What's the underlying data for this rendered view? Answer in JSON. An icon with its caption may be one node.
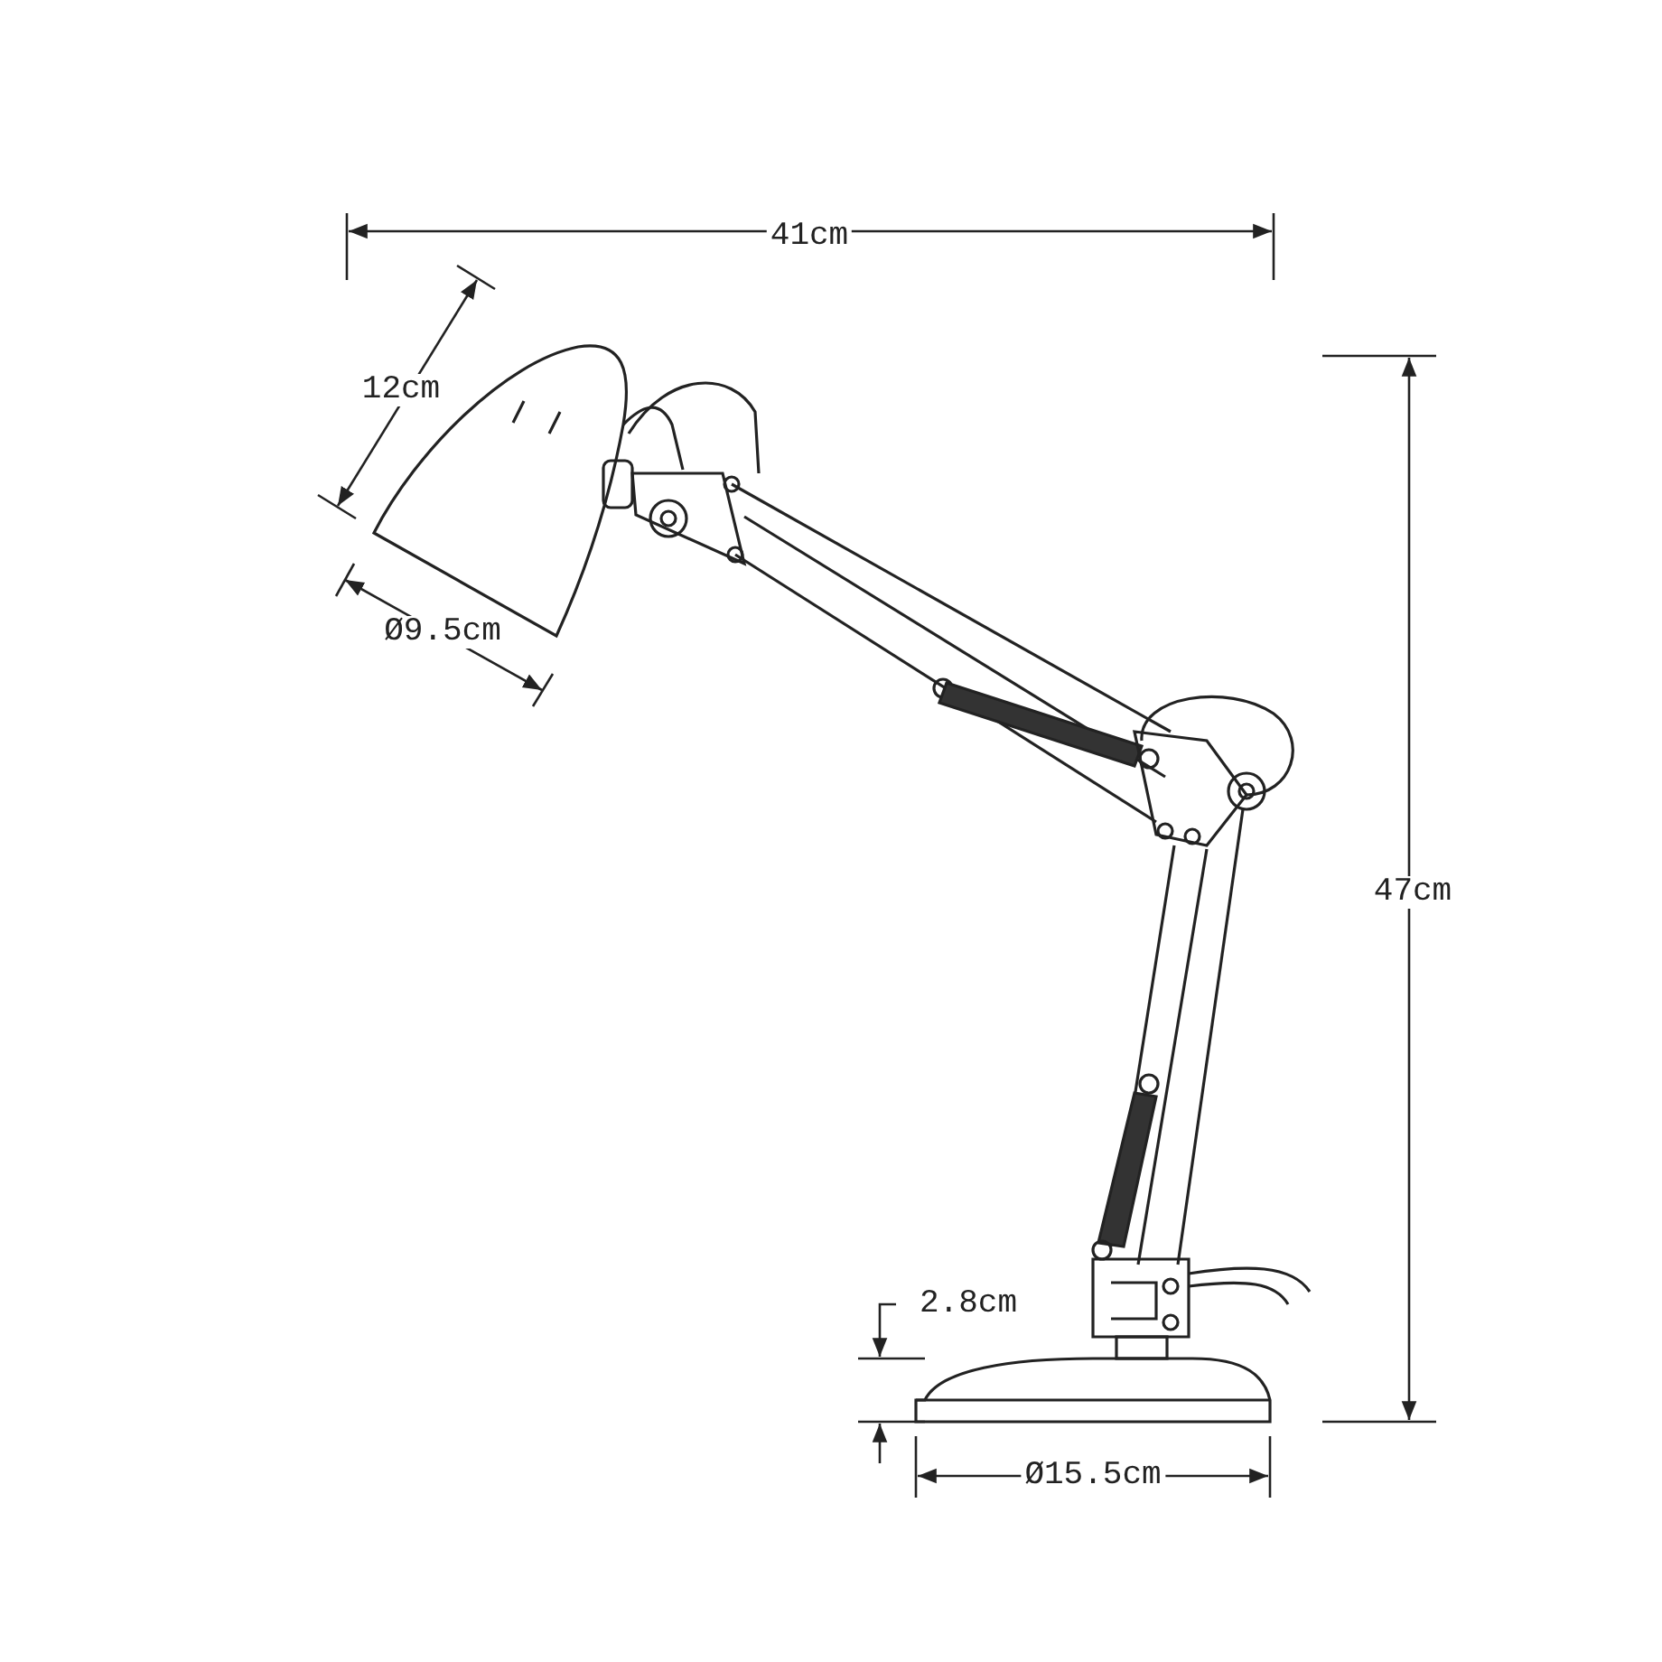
{
  "diagram": {
    "labels": [
      "41cm",
      "12cm",
      "Ø9.5cm",
      "47cm",
      "2.8cm",
      "Ø15.5cm"
    ]
  }
}
